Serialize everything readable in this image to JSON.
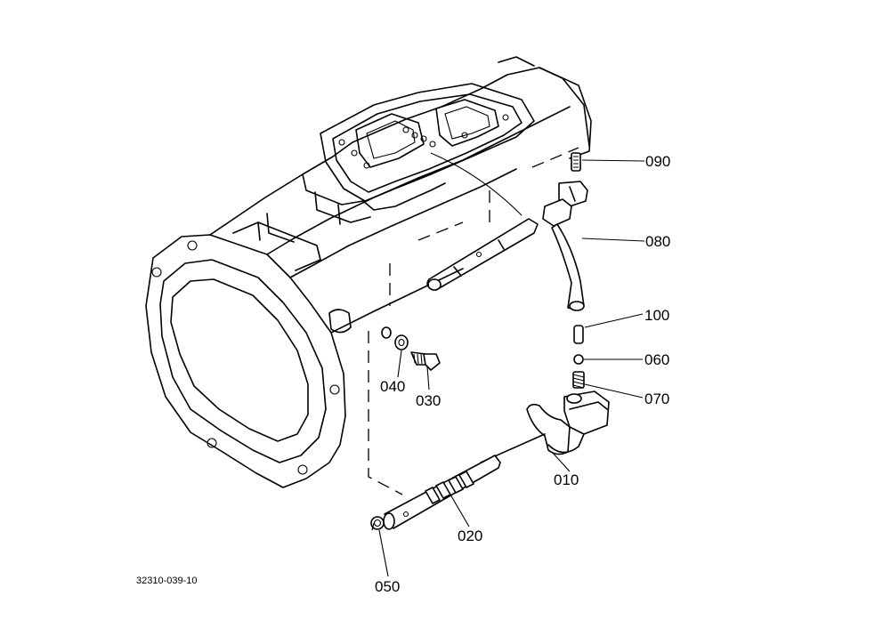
{
  "callouts": [
    {
      "id": "p090",
      "label": "090"
    },
    {
      "id": "p080",
      "label": "080"
    },
    {
      "id": "p100",
      "label": "100"
    },
    {
      "id": "p060",
      "label": "060"
    },
    {
      "id": "p070",
      "label": "070"
    },
    {
      "id": "p040",
      "label": "040"
    },
    {
      "id": "p030",
      "label": "030"
    },
    {
      "id": "p010",
      "label": "010"
    },
    {
      "id": "p020",
      "label": "020"
    },
    {
      "id": "p050",
      "label": "050"
    }
  ],
  "figure_code": "32310-039-10"
}
